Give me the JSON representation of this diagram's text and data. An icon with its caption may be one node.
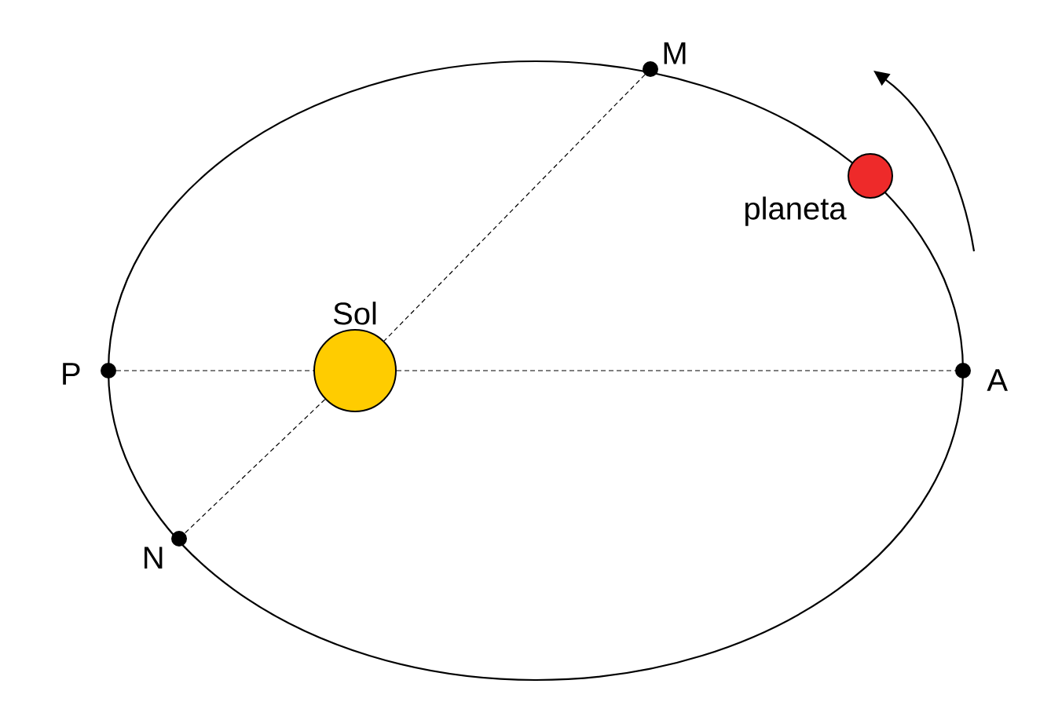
{
  "diagram": {
    "nodes": [
      {
        "text": [],
        "shape": "circle",
        "beside": [
          "M"
        ]
      },
      {
        "text": [],
        "shape": "circle",
        "beside": [
          "planeta"
        ]
      },
      {
        "text": [],
        "shape": "circle",
        "beside": [
          "Sol"
        ]
      },
      {
        "text": [],
        "shape": "circle",
        "beside": [
          "P"
        ]
      },
      {
        "text": [],
        "shape": "circle",
        "beside": [
          "A"
        ]
      },
      {
        "text": [],
        "shape": "circle",
        "beside": [
          "N"
        ]
      }
    ],
    "edges": [
      {
        "from": 0,
        "to": 2,
        "arrow": "none",
        "style": "dashed"
      },
      {
        "from": 3,
        "to": 2,
        "arrow": "none",
        "style": "dashed"
      },
      {
        "from": 2,
        "to": 4,
        "arrow": "none",
        "style": "dashed"
      },
      {
        "from": 2,
        "to": 5,
        "arrow": "none",
        "style": "dashed"
      }
    ]
  }
}
